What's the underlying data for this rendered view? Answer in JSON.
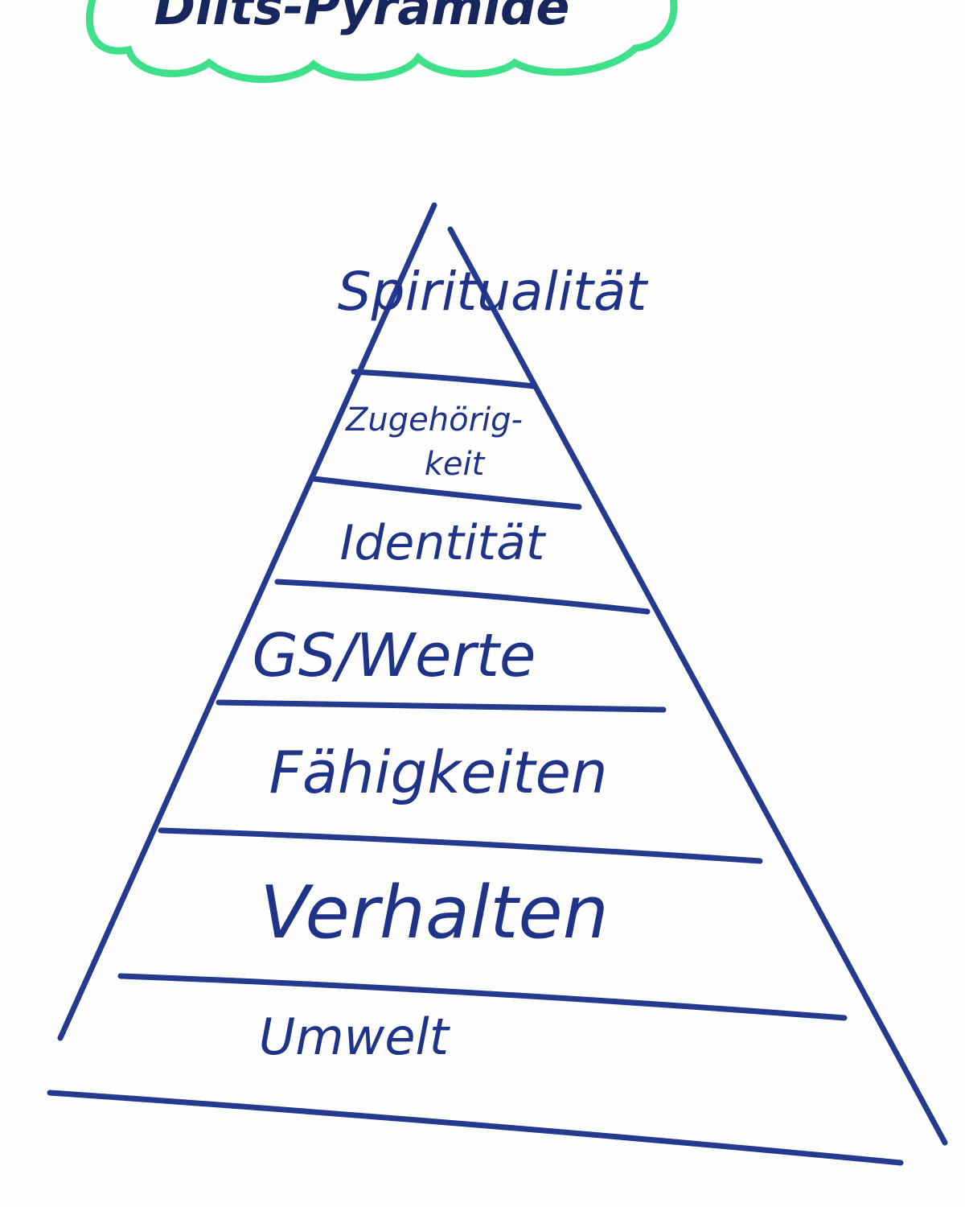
{
  "title": "Dilts-Pyramide",
  "colors": {
    "ink": "#233a8f",
    "title_ink": "#17275e",
    "cloud": "#3ee08a"
  },
  "levels": [
    {
      "label": "Spiritualität"
    },
    {
      "label": "Zugehörig-",
      "label2": "keit"
    },
    {
      "label": "Identität"
    },
    {
      "label": "GS/Werte"
    },
    {
      "label": "Fähigkeiten"
    },
    {
      "label": "Verhalten"
    },
    {
      "label": "Umwelt"
    }
  ]
}
